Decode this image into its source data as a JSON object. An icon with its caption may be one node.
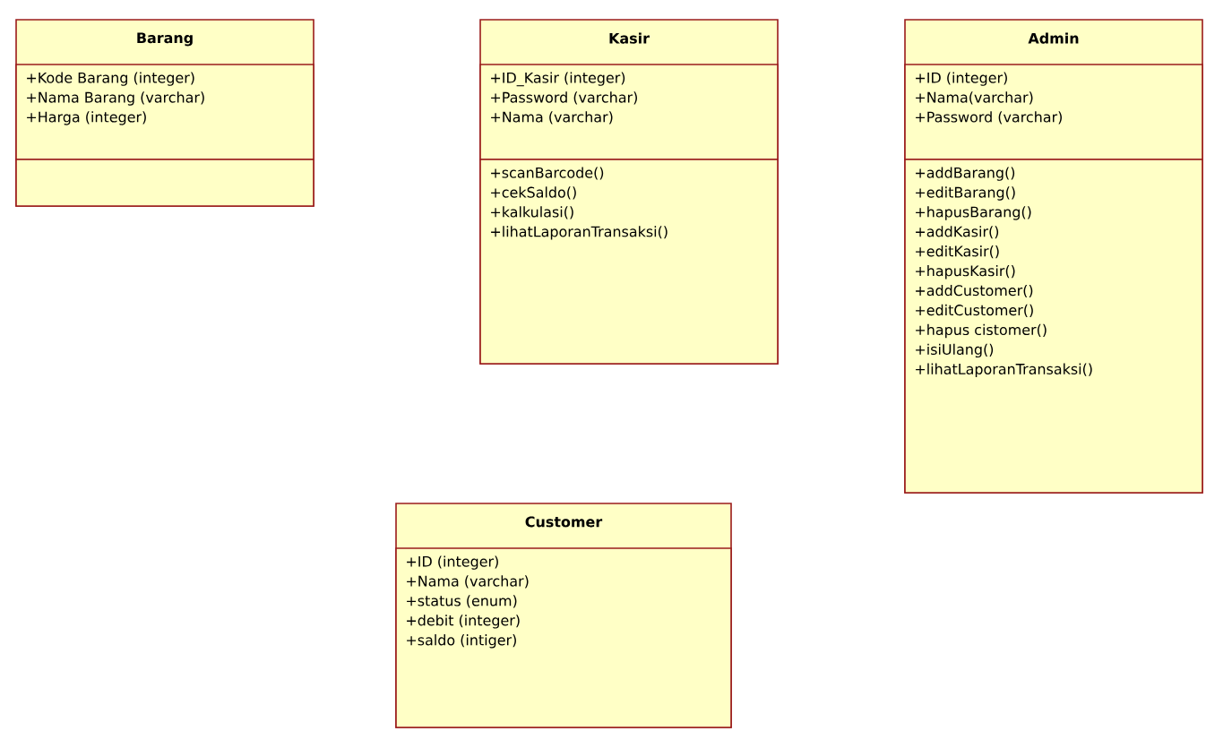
{
  "diagram": {
    "nodes": [
      {
        "text": [
          "Barang"
        ]
      },
      {
        "text": [
          "+Kode Barang (integer)",
          "+Nama Barang (varchar)",
          "+Harga (integer)"
        ],
        "in": 0
      },
      {
        "text": [],
        "shape": "box",
        "in": 0
      },
      {
        "text": [
          "Kasir"
        ]
      },
      {
        "text": [
          "+ID_Kasir (integer)",
          "+Password (varchar)",
          "+Nama (varchar)"
        ],
        "in": 3
      },
      {
        "text": [
          "+scanBarcode()",
          "+cekSaldo()",
          "+kalkulasi()",
          "+lihatLaporanTransaksi()"
        ],
        "in": 3
      },
      {
        "text": [
          "Admin"
        ]
      },
      {
        "text": [
          "+ID (integer)",
          "+Nama(varchar)",
          "+Password (varchar)"
        ],
        "in": 6
      },
      {
        "text": [
          "+addBarang()",
          "+editBarang()",
          "+hapusBarang()",
          "+addKasir()",
          "+editKasir()",
          "+hapusKasir()",
          "+addCustomer()",
          "+editCustomer()",
          "+hapus cistomer()",
          "+isiUlang()",
          "+lihatLaporanTransaksi()"
        ],
        "in": 6
      },
      {
        "text": [
          "Customer"
        ]
      },
      {
        "text": [
          "+ID (integer)",
          "+Nama (varchar)",
          "+status (enum)",
          "+debit (integer)",
          "+saldo (intiger)"
        ],
        "in": 9
      }
    ]
  }
}
